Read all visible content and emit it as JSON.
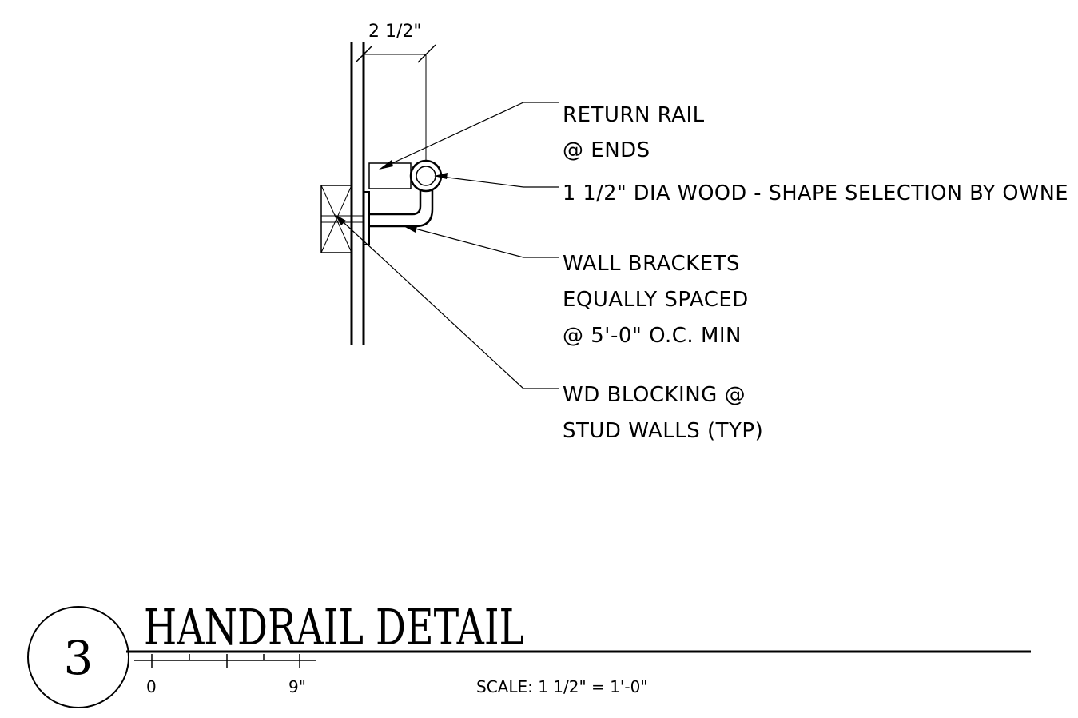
{
  "dimension": {
    "width_label": "2 1/2\""
  },
  "callouts": {
    "return_rail": [
      "RETURN RAIL",
      "@ ENDS"
    ],
    "rail_material": [
      "1 1/2\" DIA WOOD - SHAPE SELECTION BY OWNE"
    ],
    "wall_brackets": [
      "WALL BRACKETS",
      "EQUALLY SPACED",
      "@ 5'-0\" O.C. MIN"
    ],
    "blocking": [
      "WD BLOCKING @",
      "STUD WALLS (TYP)"
    ]
  },
  "title_block": {
    "detail_number": "3",
    "title": "HANDRAIL DETAIL",
    "scale_bar_start": "0",
    "scale_bar_end": "9\"",
    "scale_note": "SCALE: 1 1/2\" = 1'-0\""
  },
  "colors": {
    "ink": "#000000",
    "paper": "#ffffff"
  }
}
